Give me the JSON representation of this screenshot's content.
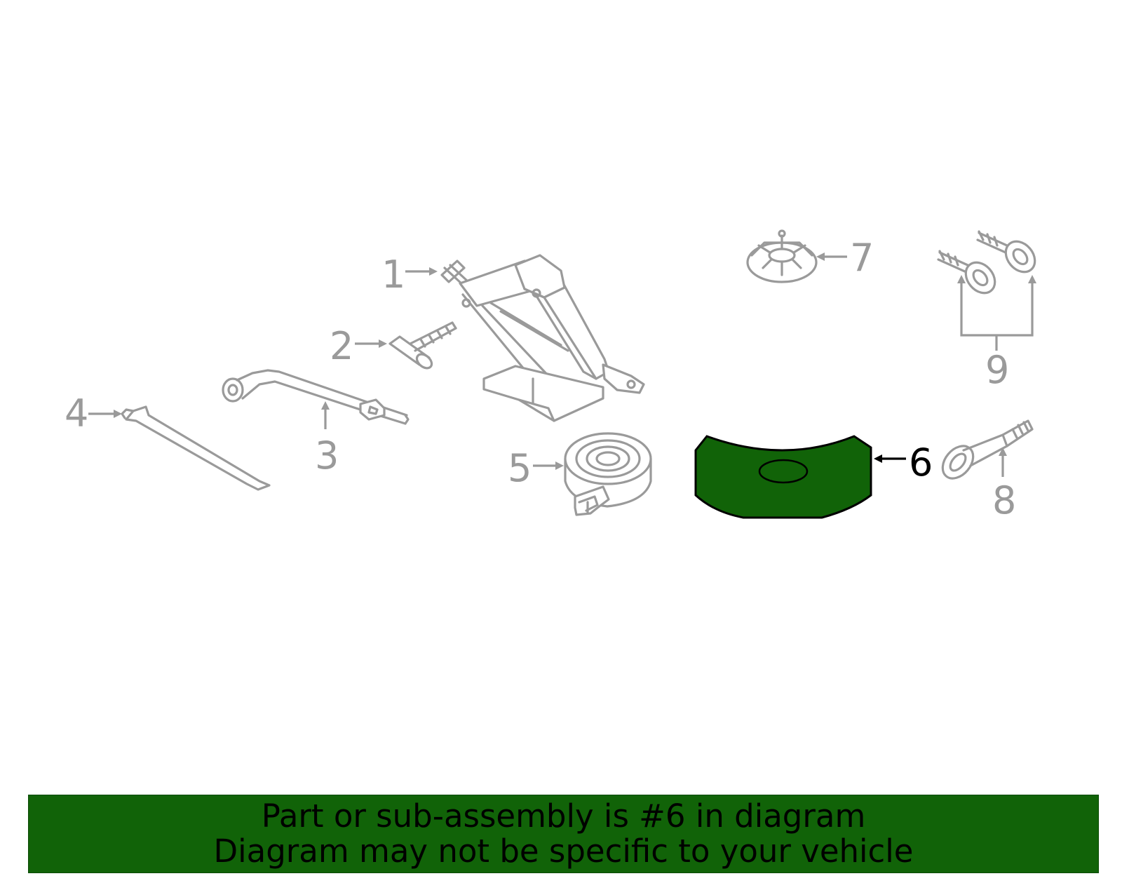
{
  "callouts": {
    "c1": "1",
    "c2": "2",
    "c3": "3",
    "c4": "4",
    "c5": "5",
    "c6": "6",
    "c7": "7",
    "c8": "8",
    "c9": "9"
  },
  "highlighted_part": "6",
  "colors": {
    "highlight": "#116308",
    "part_outline": "#9a9a9a",
    "active_outline": "#000000",
    "banner_bg": "#116308"
  },
  "banner": {
    "line1": "Part or sub-assembly is #6 in diagram",
    "line2": "Diagram may not be specific to your vehicle"
  }
}
